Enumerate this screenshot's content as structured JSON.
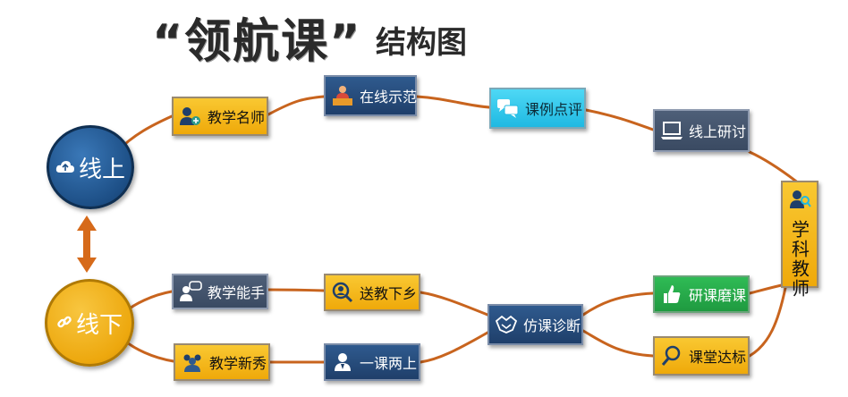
{
  "title": {
    "main": "“领航课”",
    "sub": "结构图"
  },
  "circles": {
    "online": "线上",
    "offline": "线下"
  },
  "nodes": {
    "famous_teacher": "教学名师",
    "online_demo": "在线示范",
    "case_review": "课例点评",
    "online_research": "线上研讨",
    "subject_teacher": "学科教师",
    "research_polish": "研课磨课",
    "classroom_standard": "课堂达标",
    "imitate_diagnose": "仿课诊断",
    "send_teaching": "送教下乡",
    "one_lesson_two": "一课两上",
    "teaching_expert": "教学能手",
    "teaching_newcomer": "教学新秀"
  },
  "icons": {
    "online": "cloud-icon",
    "offline": "link-icon",
    "famous_teacher": "user-add-icon",
    "online_demo": "teacher-desk-icon",
    "case_review": "chat-bubbles-icon",
    "online_research": "laptop-icon",
    "subject_teacher": "user-search-icon",
    "research_polish": "thumbs-up-icon",
    "classroom_standard": "search-icon",
    "imitate_diagnose": "handshake-icon",
    "send_teaching": "magnifier-user-icon",
    "one_lesson_two": "speaker-user-icon",
    "teaching_expert": "user-chat-icon",
    "teaching_newcomer": "group-icon"
  },
  "colors": {
    "path": "#c8641e",
    "arrow": "#d66a1a"
  }
}
